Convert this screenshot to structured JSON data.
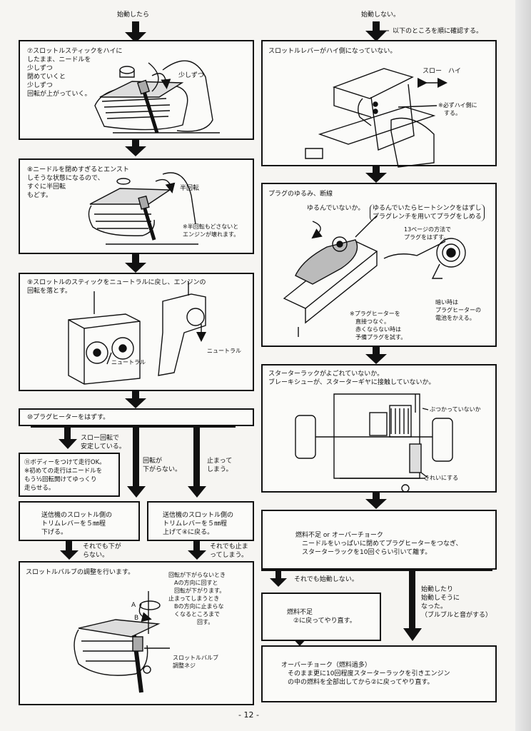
{
  "page_number": "- 12 -",
  "left": {
    "start_label": "始動したら",
    "step7": {
      "text": "⑦スロットルスティックをハイに\nしたまま、ニードルを\n少しずつ\n閉めていくと\n少しずつ\n回転が上がっていく。",
      "side": "少しずつ"
    },
    "step8": {
      "text": "⑧ニードルを閉めすぎるとエンスト\nしそうな状態になるので、\nすぐに半回転\nもどす。",
      "half": "半回転",
      "note": "※半回転もどさないと\nエンジンが壊れます。"
    },
    "step9": {
      "text": "⑨スロットルのスティックをニュートラルに戻し、エンジンの\n回転を落とす。",
      "neutral_a": "ニュートラル",
      "neutral_b": "ニュートラル"
    },
    "step10": {
      "text": "⑩プラグヒーターをはずす。"
    },
    "branch_stable": "スロー回転で\n安定している。",
    "branch_not_down": "回転が\n下がらない。",
    "branch_stop": "止まって\nしまう。",
    "step11": {
      "text": "⑪ボディーをつけて走行OK。\n※初めての走行はニードルを\nもう½回転開けてゆっくり\n走らせる。"
    },
    "trim_down": "送信機のスロットル側の\nトリムレバーを５㎜程\n下げる。",
    "trim_up": "送信機のスロットル側の\nトリムレバーを５㎜程\n上げて④に戻る。",
    "still_not_down": "それでも下が\nらない。",
    "still_stop": "それでも止ま\nってしまう。",
    "valve": {
      "title": "スロットルバルブの調整を行います。",
      "note": "回転が下がらないとき\n　Aの方向に回すと\n　回転が下がります。\n止まってしまうとき\n　Bの方向に止まらな\n　くなるところまで\n　　　　　回す。",
      "screw": "スロットルバルブ\n調整ネジ",
      "a": "A",
      "b": "B"
    }
  },
  "right": {
    "no_start": "始動しない。",
    "check_order": "以下のところを順に確認する。",
    "lever": {
      "title": "スロットルレバーがハイ側になっていない。",
      "slow_high": "スロー　ハイ",
      "note": "※必ずハイ側に\n　する。"
    },
    "plug": {
      "title": "プラグのゆるみ、断線",
      "loose": "ゆるんでいないか。",
      "fix": "ゆるんでいたらヒートシンクをはずし\nプラグレンチを用いてプラグをしめる",
      "page13": "13ページの方法で\nプラグをはずす。",
      "heater": "※プラグヒーターを\n　直接つなぐ。\n　赤くならない時は\n　予備プラグを試す。",
      "dark": "暗い時は\nプラグヒーターの\n電池をかえる。"
    },
    "rack": {
      "title": "スターターラックがよごれていないか。\nブレーキシューが、スターターギヤに接触していないか。",
      "hit": "ぶつかっていないか",
      "clean": "きれいにする"
    },
    "fuel": {
      "text": "燃料不足 or オーバーチョーク\n　ニードルをいっぱいに閉めてプラグヒーターをつなぎ、\n　スターターラックを10回ぐらい引いて離す。"
    },
    "still_no_start": "それでも始動しない。",
    "started": "始動したり\n始動しそうに\nなった。\n（ブルブルと音がする）",
    "shortage": "燃料不足\n　②に戻ってやり直す。",
    "overchoke": "オーバーチョーク（燃料過多）\n　そのまま更に10回程度スターターラックを引きエンジン\n　の中の燃料を全部出してから②に戻ってやり直す。"
  }
}
